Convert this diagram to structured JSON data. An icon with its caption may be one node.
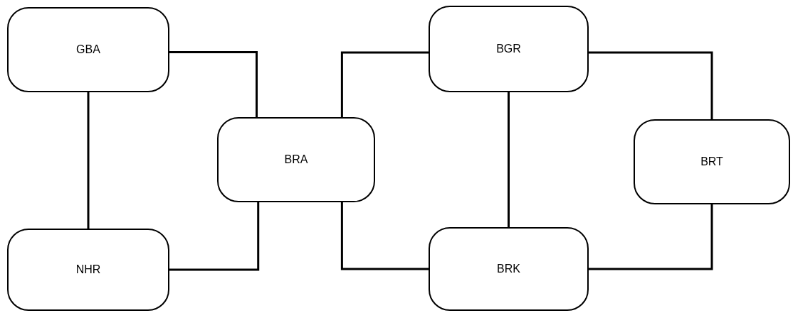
{
  "diagram": {
    "nodes": [
      {
        "text": [
          "GBA"
        ]
      },
      {
        "text": [
          "BGR"
        ]
      },
      {
        "text": [
          "BRA"
        ]
      },
      {
        "text": [
          "BRT"
        ]
      },
      {
        "text": [
          "NHR"
        ]
      },
      {
        "text": [
          "BRK"
        ]
      }
    ],
    "edges": [
      {
        "from": 0,
        "to": 2,
        "arrow": "none"
      },
      {
        "from": 0,
        "to": 4,
        "arrow": "none"
      },
      {
        "from": 4,
        "to": 2,
        "arrow": "none"
      },
      {
        "from": 2,
        "to": 1,
        "arrow": "none"
      },
      {
        "from": 2,
        "to": 5,
        "arrow": "none"
      },
      {
        "from": 1,
        "to": 5,
        "arrow": "none"
      },
      {
        "from": 1,
        "to": 3,
        "arrow": "none"
      },
      {
        "from": 5,
        "to": 3,
        "arrow": "none"
      }
    ]
  }
}
